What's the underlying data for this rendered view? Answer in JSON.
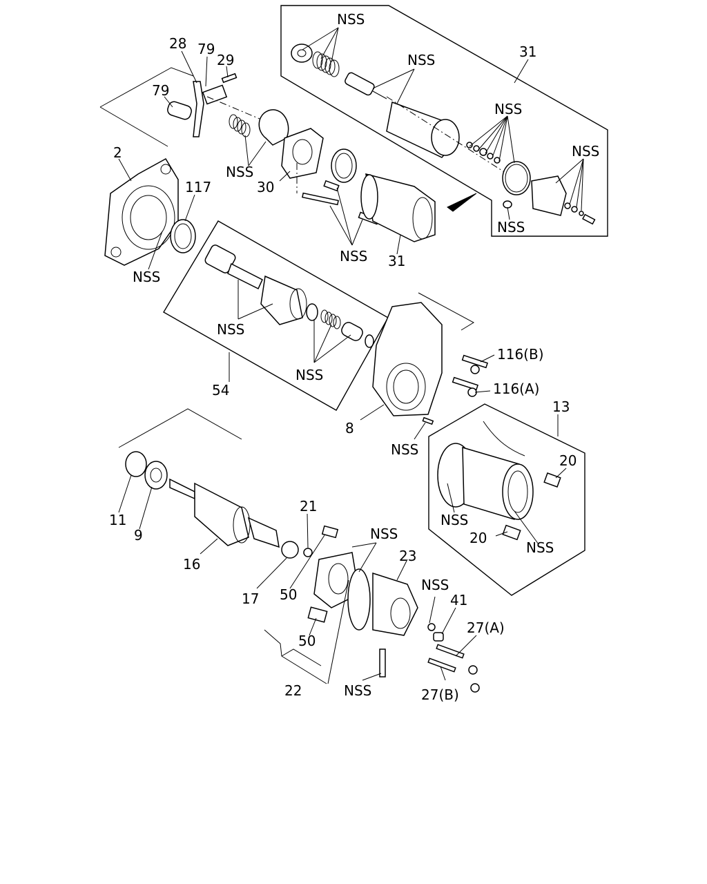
{
  "callouts": {
    "c1": "NSS",
    "c2": "31",
    "c3": "NSS",
    "c4": "NSS",
    "c5": "NSS",
    "c6": "NSS",
    "c7": "28",
    "c8": "79",
    "c9": "29",
    "c10": "79",
    "c11": "NSS",
    "c12": "30",
    "c13": "NSS",
    "c14": "31",
    "c15": "2",
    "c16": "117",
    "c17": "NSS",
    "c18": "NSS",
    "c19": "NSS",
    "c20": "54",
    "c21": "116(B)",
    "c22": "116(A)",
    "c23": "8",
    "c24": "13",
    "c25": "NSS",
    "c26": "20",
    "c27": "NSS",
    "c28": "20",
    "c29": "NSS",
    "c30": "11",
    "c31": "9",
    "c32": "16",
    "c33": "21",
    "c34": "NSS",
    "c35": "23",
    "c36": "17",
    "c37": "50",
    "c38": "NSS",
    "c39": "41",
    "c40": "27(A)",
    "c41": "50",
    "c42": "22",
    "c43": "NSS",
    "c44": "27(B)"
  },
  "icons": {
    "direction_marker": "arrow-triangle-icon"
  }
}
